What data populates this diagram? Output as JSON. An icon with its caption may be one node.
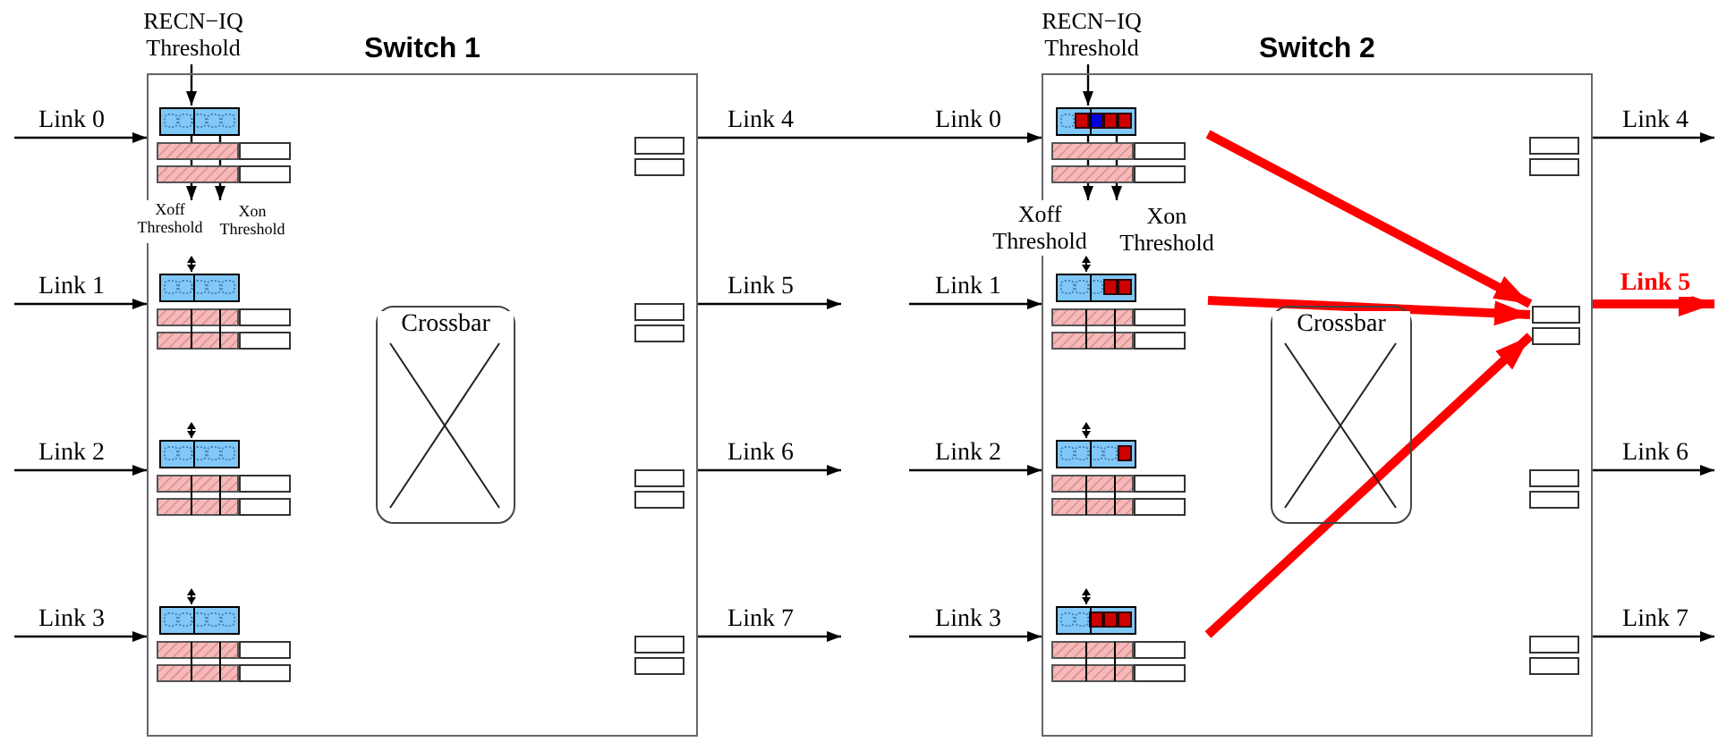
{
  "diagram": {
    "nodes": [
      {
        "text": [
          "Switch 1"
        ]
      },
      {
        "text": [
          "RECN−IQ Threshold"
        ]
      },
      {
        "text": [
          "Xoff Threshold"
        ]
      },
      {
        "text": [
          "Xon Threshold"
        ],
        "in": 0
      },
      {
        "text": [
          "Crossbar"
        ],
        "in": 0
      },
      {
        "text": [],
        "shape": "box",
        "in": 0
      },
      {
        "text": [],
        "shape": "box",
        "in": 0
      },
      {
        "text": [],
        "shape": "box",
        "in": 0
      },
      {
        "text": [],
        "shape": "box",
        "in": 0
      },
      {
        "text": [
          "Switch 2"
        ]
      },
      {
        "text": [
          "RECN−IQ Threshold"
        ]
      },
      {
        "text": [
          "Xoff Threshold"
        ]
      },
      {
        "text": [
          "Xon Threshold"
        ],
        "in": 9
      },
      {
        "text": [
          "Crossbar"
        ],
        "in": 9
      },
      {
        "text": [],
        "shape": "box",
        "in": 9
      },
      {
        "text": [],
        "shape": "box",
        "in": 9
      },
      {
        "text": [],
        "shape": "box",
        "in": 9
      },
      {
        "text": [],
        "shape": "box",
        "in": 9
      },
      {
        "text": [],
        "shape": "box",
        "in": 9
      }
    ],
    "edges": [
      {
        "from": null,
        "to": 0,
        "arrow": "to",
        "label": "Link 0"
      },
      {
        "from": null,
        "to": 0,
        "arrow": "to",
        "label": "Link 1"
      },
      {
        "from": null,
        "to": 0,
        "arrow": "to",
        "label": "Link 2"
      },
      {
        "from": null,
        "to": 0,
        "arrow": "to",
        "label": "Link 3"
      },
      {
        "from": 0,
        "to": 9,
        "arrow": "to",
        "label": "Link 4"
      },
      {
        "from": 0,
        "to": null,
        "arrow": "to",
        "label": "Link 5"
      },
      {
        "from": 0,
        "to": null,
        "arrow": "to",
        "label": "Link 6"
      },
      {
        "from": 0,
        "to": null,
        "arrow": "to",
        "label": "Link 7"
      },
      {
        "from": 1,
        "to": 5,
        "arrow": "to"
      },
      {
        "from": 5,
        "to": 2,
        "arrow": "to"
      },
      {
        "from": 5,
        "to": 3,
        "arrow": "to"
      },
      {
        "from": null,
        "to": 9,
        "arrow": "to",
        "label": "Link 1"
      },
      {
        "from": null,
        "to": 9,
        "arrow": "to",
        "label": "Link 2"
      },
      {
        "from": null,
        "to": 9,
        "arrow": "to",
        "label": "Link 3"
      },
      {
        "from": 9,
        "to": null,
        "arrow": "to",
        "label": "Link 4"
      },
      {
        "from": 9,
        "to": null,
        "arrow": "to",
        "label": "Link 5",
        "style": "thick",
        "color": "#ff0000"
      },
      {
        "from": 9,
        "to": null,
        "arrow": "to",
        "label": "Link 6"
      },
      {
        "from": 9,
        "to": null,
        "arrow": "to",
        "label": "Link 7"
      },
      {
        "from": 10,
        "to": 14,
        "arrow": "to"
      },
      {
        "from": 14,
        "to": 11,
        "arrow": "to"
      },
      {
        "from": 14,
        "to": 12,
        "arrow": "to"
      },
      {
        "from": null,
        "to": 18,
        "arrow": "to",
        "style": "thick",
        "color": "#ff0000"
      },
      {
        "from": null,
        "to": 18,
        "arrow": "to",
        "style": "thick",
        "color": "#ff0000"
      },
      {
        "from": null,
        "to": 18,
        "arrow": "to",
        "style": "thick",
        "color": "#ff0000"
      }
    ],
    "labels": [
      "Link 0"
    ]
  }
}
